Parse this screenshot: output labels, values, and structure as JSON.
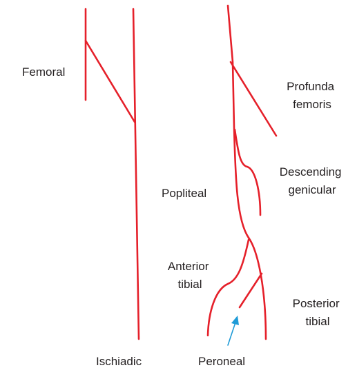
{
  "colors": {
    "vessel": "#e5202a",
    "pointer": "#1e9bd7",
    "text": "#231f20",
    "background": "#ffffff"
  },
  "labels": {
    "femoral": "Femoral",
    "ischiadic": "Ischiadic",
    "profunda_femoris": [
      "Profunda",
      "femoris"
    ],
    "descending_genicular": [
      "Descending",
      "genicular"
    ],
    "popliteal": "Popliteal",
    "anterior_tibial": [
      "Anterior",
      "tibial"
    ],
    "posterior_tibial": [
      "Posterior",
      "tibial"
    ],
    "peroneal": "Peroneal"
  }
}
